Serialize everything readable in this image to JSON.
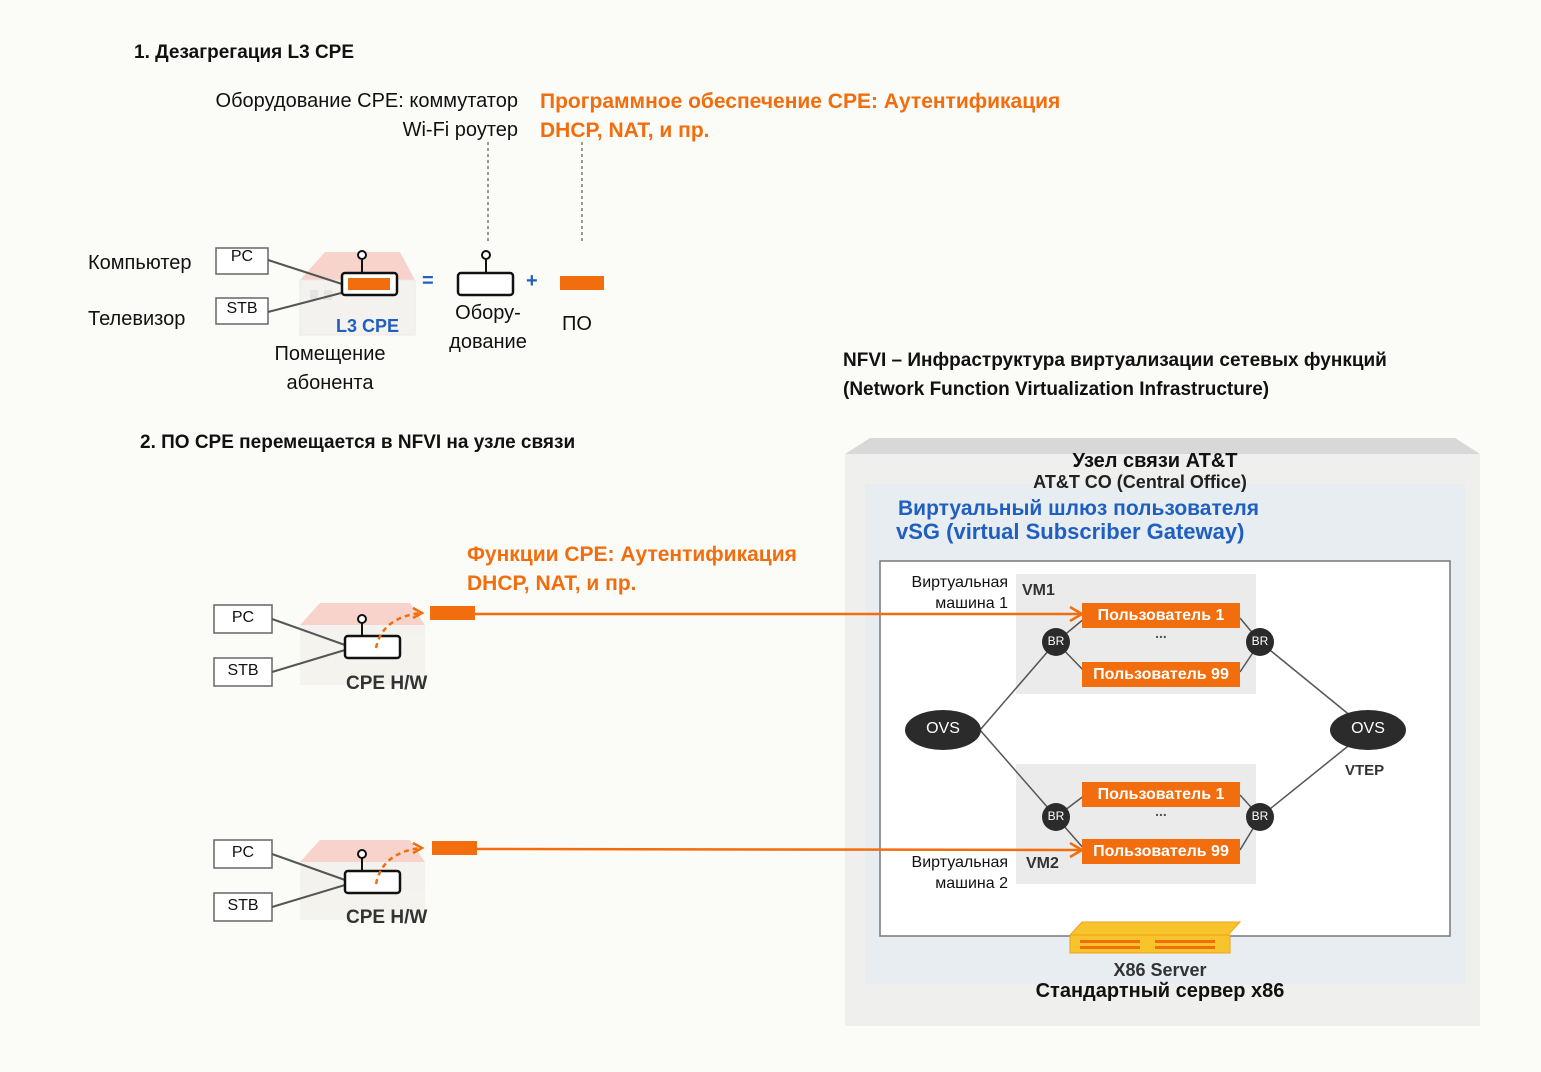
{
  "section1": {
    "title": "1. Дезагрегация L3 CPE",
    "hw_label_line1": "Оборудование CPE: коммутатор",
    "hw_label_line2": "Wi-Fi роутер",
    "sw_label_line1": "Программное обеспечение CPE: Аутентификация",
    "sw_label_line2": "DHCP, NAT, и пр.",
    "device_pc": "PC",
    "device_stb": "STB",
    "label_computer": "Компьютер",
    "label_tv": "Телевизор",
    "l3cpe": "L3 CPE",
    "premises_line1": "Помещение",
    "premises_line2": "абонента",
    "equals": "=",
    "plus": "+",
    "hardware_line1": "Обору-",
    "hardware_line2": "дование",
    "software": "ПО"
  },
  "nfvi": {
    "title_line1": "NFVI – Инфраструктура виртуализации сетевых функций",
    "title_line2": "(Network Function Virtualization Infrastructure)"
  },
  "section2": {
    "title": "2. ПО CPE перемещается в NFVI на узле связи",
    "functions_line1": "Функции CPE: Аутентификация",
    "functions_line2": "DHCP, NAT, и пр.",
    "sites": [
      {
        "pc": "PC",
        "stb": "STB",
        "label": "CPE H/W"
      },
      {
        "pc": "PC",
        "stb": "STB",
        "label": "CPE H/W"
      }
    ]
  },
  "central_office": {
    "title_ru": "Узел связи AT&T",
    "title_en": "AT&T CO (Central Office)",
    "vsg_ru": "Виртуальный шлюз пользователя",
    "vsg_en": "vSG (virtual Subscriber Gateway)",
    "vms": [
      {
        "name": "VM1",
        "caption_line1": "Виртуальная",
        "caption_line2": "машина 1",
        "users": [
          "Пользователь 1",
          "Пользователь 99"
        ],
        "ellipsis": "..."
      },
      {
        "name": "VM2",
        "caption_line1": "Виртуальная",
        "caption_line2": "машина 2",
        "users": [
          "Пользователь 1",
          "Пользователь 99"
        ],
        "ellipsis": "..."
      }
    ],
    "bridge": "BR",
    "ovs_left": "OVS",
    "ovs_right": "OVS",
    "vtep": "VTEP",
    "server_en": "X86 Server",
    "server_ru": "Стандартный сервер x86"
  },
  "colors": {
    "orange": "#f26d0d",
    "blue": "#1f5fbf",
    "dark_node": "#2b2b2b"
  }
}
